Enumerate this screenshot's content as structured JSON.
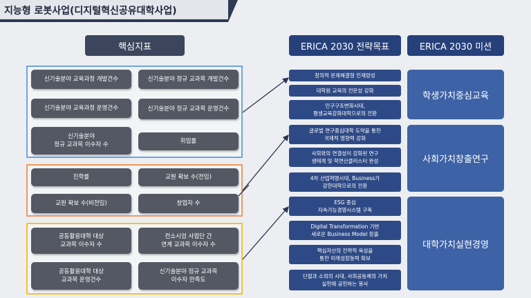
{
  "page_title": "지능형 로봇사업(디지털혁신공유대학사업)",
  "headers": {
    "kpi": "핵심지표",
    "goals": "ERICA 2030 전략목표",
    "missions": "ERICA 2030 미션"
  },
  "kpi_items": [
    "신기술분야 교육과정 개발건수",
    "신기술분야 정규 교과목 개발건수",
    "신기술분야 교육과정 운영건수",
    "신기술분야 정규 교과목 운영건수",
    "신기술분야\n정규 교과목 이수자 수",
    "취업률",
    "진학률",
    "교원 확보 수(전임)",
    "교원 확보 수(비전임)",
    "창업자 수",
    "공동활용대학 대상\n교과목 이수자 수",
    "컨소시엄 사업단 간\n연계 교과목 이수자 수",
    "공동활용대학 대상\n교과목 운영건수",
    "신기술분야 정규 교과목\n이수자 만족도"
  ],
  "goals": [
    "창의적 문제해결형 인재양성",
    "대학원 교육의 전문성 강화",
    "인구구조변화시대,\n평생교육강화대학으로의 전환",
    "글로벌 연구중심대학 도약을 통한\n국제적 영향력 강화",
    "사회와의 연결성이 강화된 연구\n생태계 및 학연산클러스터 완성",
    "4차 산업혁명시대, Business가\n강한대학으로의 전환",
    "ESG 중심\n지속가능경영시스템 구축",
    "Digital Transformation 기반\n새로운 Business Model 창출",
    "핵심자산의 전략적 육성을\n통한 미래성장동력 확보",
    "단절과 소외의 시대, 사회공동체의 가치\n실현에 공헌하는 봉사"
  ],
  "missions": [
    "학생가치중심교육",
    "사회가치창출연구",
    "대학가치실현경영"
  ],
  "colors": {
    "group_education": "#6fa3dd",
    "group_research": "#f0975d",
    "group_management": "#f2c230",
    "connector": "#2b3550"
  }
}
